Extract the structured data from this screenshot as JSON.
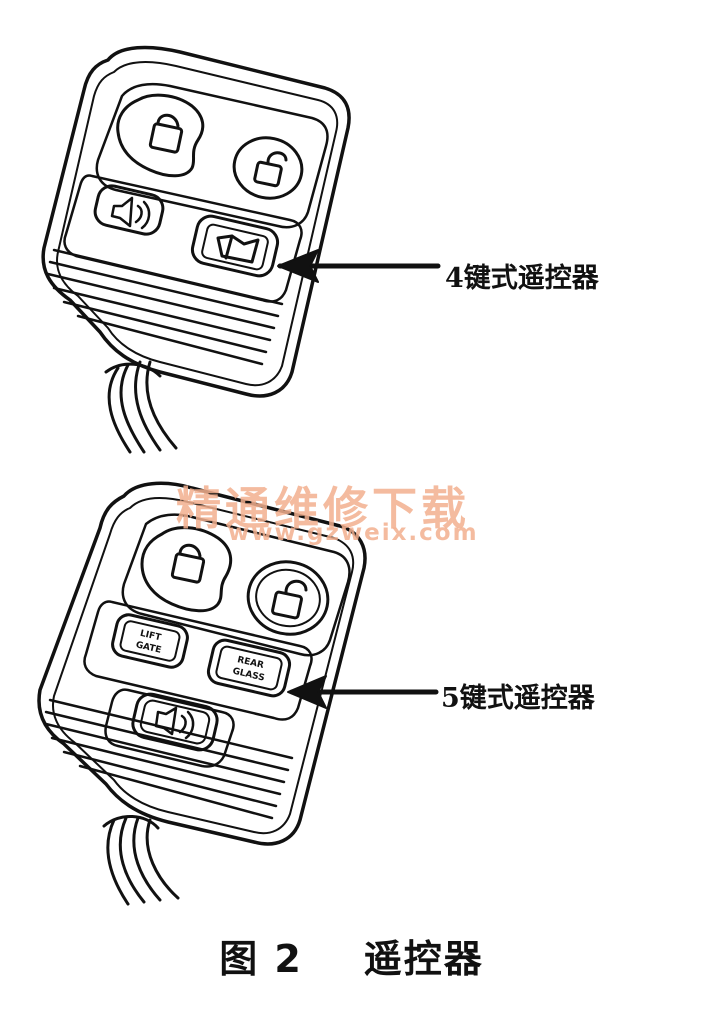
{
  "callouts": {
    "four_key": "4键式遥控器",
    "five_key": "5键式遥控器"
  },
  "buttons": {
    "liftgate_line1": "LIFT",
    "liftgate_line2": "GATE",
    "rearglass_line1": "REAR",
    "rearglass_line2": "GLASS"
  },
  "watermark": {
    "chinese": "精通维修下载",
    "url": "www.gzweix.com"
  },
  "caption": {
    "figure": "图 2",
    "title": "遥控器"
  },
  "colors": {
    "ink": "#111111",
    "watermark": "#f3b08f"
  }
}
